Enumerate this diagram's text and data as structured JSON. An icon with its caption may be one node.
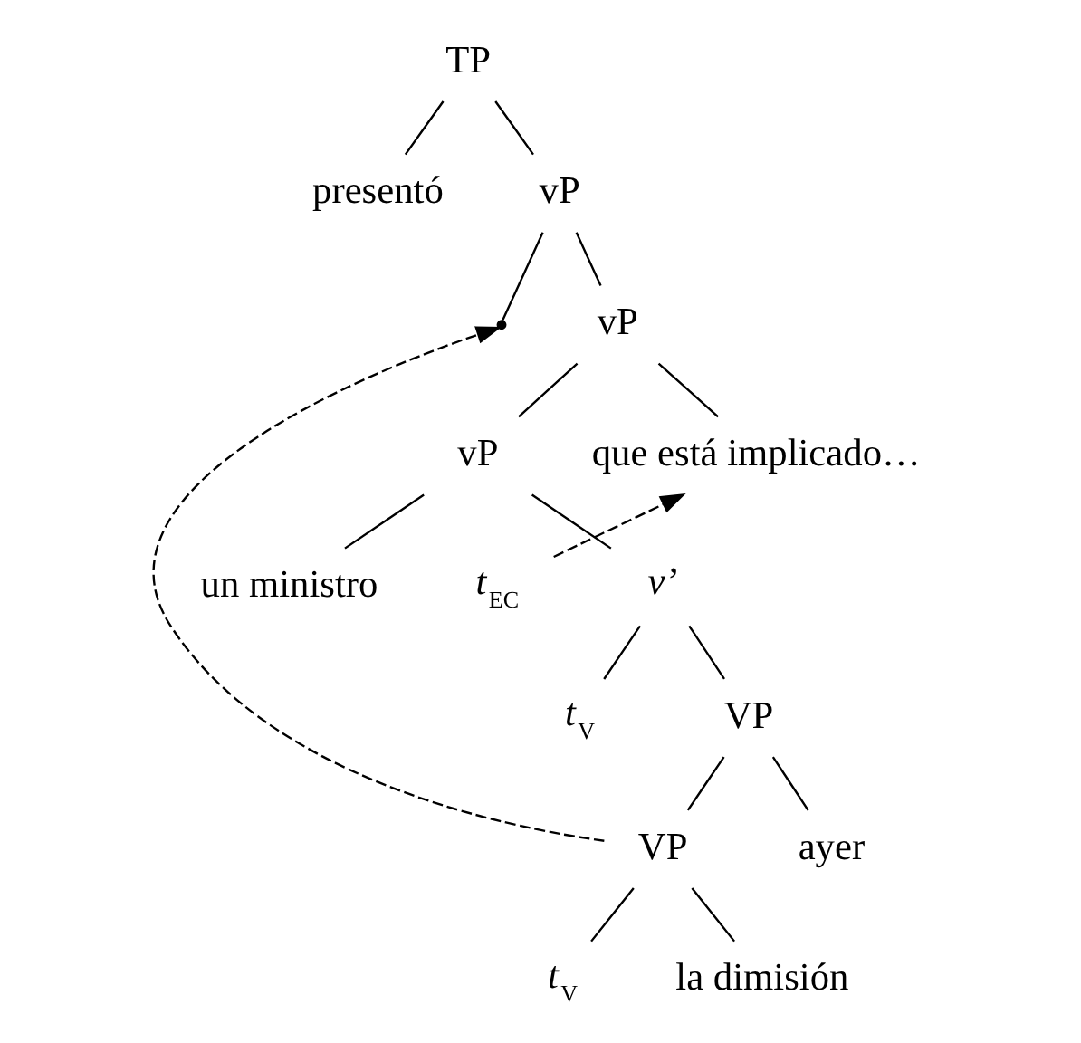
{
  "diagram": {
    "nodes": [
      {
        "text": [
          "TP"
        ]
      },
      {
        "text": [
          "presentó"
        ]
      },
      {
        "text": [
          "vP"
        ]
      },
      {
        "text": [],
        "shape": "point"
      },
      {
        "text": [
          "vP"
        ]
      },
      {
        "text": [
          "vP"
        ]
      },
      {
        "text": [
          "que está implicado…"
        ]
      },
      {
        "text": [
          "un ministro"
        ]
      },
      {
        "text": [
          "*t*$_{EC}$"
        ]
      },
      {
        "text": [
          "*v*’"
        ]
      },
      {
        "text": [
          "*t*$_{V}$"
        ]
      },
      {
        "text": [
          "VP"
        ]
      },
      {
        "text": [
          "VP"
        ]
      },
      {
        "text": [
          "ayer"
        ]
      },
      {
        "text": [
          "*t*$_{V}$"
        ]
      },
      {
        "text": [
          "la dimisión"
        ]
      }
    ],
    "edges": [
      {
        "from": 0,
        "to": 1,
        "arrow": "none"
      },
      {
        "from": 0,
        "to": 2,
        "arrow": "none"
      },
      {
        "from": 2,
        "to": 3,
        "arrow": "none"
      },
      {
        "from": 2,
        "to": 4,
        "arrow": "none"
      },
      {
        "from": 4,
        "to": 5,
        "arrow": "none"
      },
      {
        "from": 4,
        "to": 6,
        "arrow": "none"
      },
      {
        "from": 5,
        "to": 7,
        "arrow": "none"
      },
      {
        "from": 5,
        "to": 9,
        "arrow": "none"
      },
      {
        "from": 9,
        "to": 10,
        "arrow": "none"
      },
      {
        "from": 9,
        "to": 11,
        "arrow": "none"
      },
      {
        "from": 11,
        "to": 12,
        "arrow": "none"
      },
      {
        "from": 11,
        "to": 13,
        "arrow": "none"
      },
      {
        "from": 12,
        "to": 14,
        "arrow": "none"
      },
      {
        "from": 12,
        "to": 15,
        "arrow": "none"
      },
      {
        "from": 8,
        "to": 6,
        "arrow": "to",
        "style": "dashed"
      },
      {
        "from": 12,
        "to": 3,
        "arrow": "to",
        "style": "dashed"
      }
    ]
  }
}
